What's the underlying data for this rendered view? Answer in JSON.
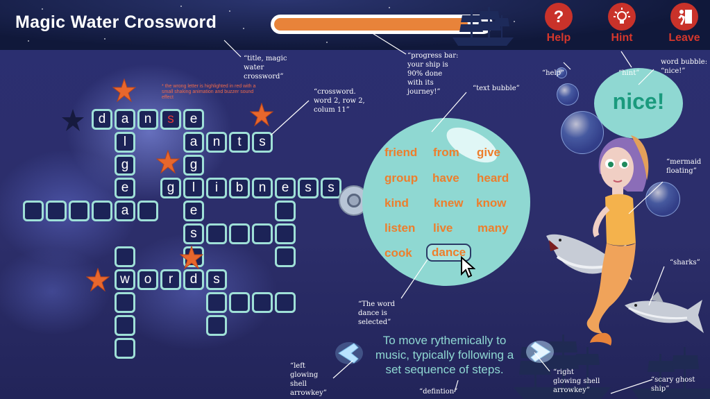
{
  "title": "Magic Water Crossword",
  "progress": {
    "fraction": 0.9
  },
  "toolbar": {
    "help_label": "Help",
    "hint_label": "Hint",
    "leave_label": "Leave"
  },
  "wrong_letter_note": "* the wrong letter is highlighted in red with a small shaking animation and buzzer sound effect",
  "crossword": {
    "letters": [
      "d",
      "a",
      "n",
      "s",
      "e",
      "l",
      "g",
      "e",
      "a",
      "a",
      "n",
      "t",
      "s",
      "g",
      "g",
      "l",
      "i",
      "b",
      "n",
      "e",
      "s",
      "s",
      "e",
      "s",
      "w",
      "o",
      "r",
      "d",
      "s"
    ]
  },
  "word_bank": [
    "friend",
    "from",
    "give",
    "group",
    "have",
    "heard",
    "kind",
    "knew",
    "know",
    "listen",
    "live",
    "many",
    "cook",
    "dance"
  ],
  "bubble_text": "nice!",
  "definition": "To move rythemically to music, typically following a set sequence of steps.",
  "annotations": {
    "title": "“title, magic water crossword”",
    "crossword": "“crossword. word 2, row 2, colum 11”",
    "progress": "“progress bar: your ship is 90% done with its journey!”",
    "text_bubble": "“text bubble”",
    "help": "“help”",
    "hint": "“hint”",
    "word_bubble": "word bubble: “nice!”",
    "mermaid": "“mermaid floating”",
    "sharks": "“sharks”",
    "selected": "“The word dance is selected”",
    "left_arrow": "“left glowing shell arrowkey”",
    "right_arrow": "“right glowing shell arrowkey”",
    "definition": "“defintion”",
    "ghost_ship": "“scary ghost ship”"
  },
  "icons": {
    "help": "question-icon",
    "hint": "lightbulb-icon",
    "leave": "exit-icon"
  },
  "colors": {
    "accent_orange": "#ed7e2c",
    "button_red": "#c9322a",
    "teal": "#8fd8d2",
    "cell_border": "#9fe0d7",
    "wrong_letter": "#e23a3a"
  }
}
